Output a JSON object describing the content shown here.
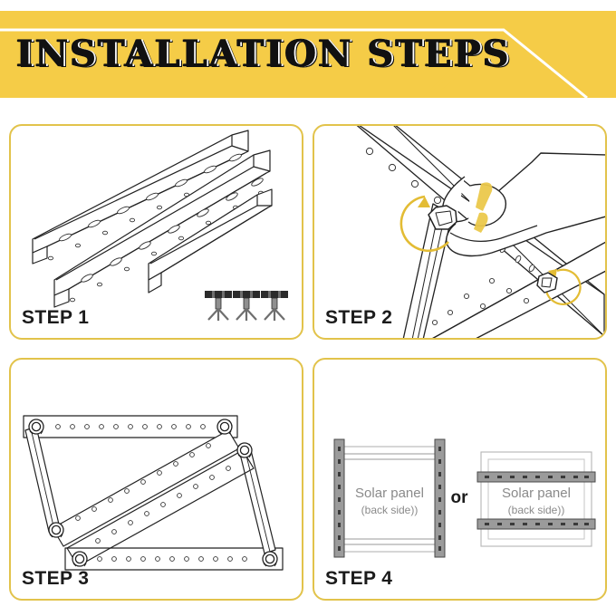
{
  "header": {
    "title": "INSTALLATION STEPS",
    "banner_color": "#F5CC47",
    "banner_rule_color": "#FFFFFF"
  },
  "theme": {
    "box_border_color": "#E2C34B",
    "background": "#FFFFFF",
    "line_color": "#222222",
    "accent_yellow": "#E8C43F",
    "rail_gray": "#8C8C8C",
    "text_color": "#1B1B1B",
    "caption_gray": "#8A8A8A"
  },
  "steps": [
    {
      "id": "step-1",
      "label": "STEP 1",
      "illustration": "three-perforated-angle-rails-and-three-t-bolts",
      "parts": {
        "rails": 3,
        "fasteners": 3,
        "fastener_type": "t-head-clamp-bolt"
      }
    },
    {
      "id": "step-2",
      "label": "STEP 2",
      "illustration": "hand-tightening-bolt-joining-two-rails",
      "annotations": {
        "rotation_arrows": 2,
        "arrow_color": "#E8C43F"
      }
    },
    {
      "id": "step-3",
      "label": "STEP 3",
      "illustration": "assembled-parallelogram-rail-frame-with-corner-bolts",
      "parts": {
        "rails": 4,
        "corner_bolts": 4
      }
    },
    {
      "id": "step-4",
      "label": "STEP 4",
      "illustration": "two-solar-panel-mounting-orientations",
      "options": [
        {
          "id": "option-vertical-rails",
          "panel_title": "Solar panel",
          "panel_subtitle": "(back side))",
          "rail_orientation": "vertical"
        },
        {
          "id": "option-horizontal-rails",
          "panel_title": "Solar panel",
          "panel_subtitle": "(back side))",
          "rail_orientation": "horizontal"
        }
      ],
      "separator_label": "or"
    }
  ]
}
